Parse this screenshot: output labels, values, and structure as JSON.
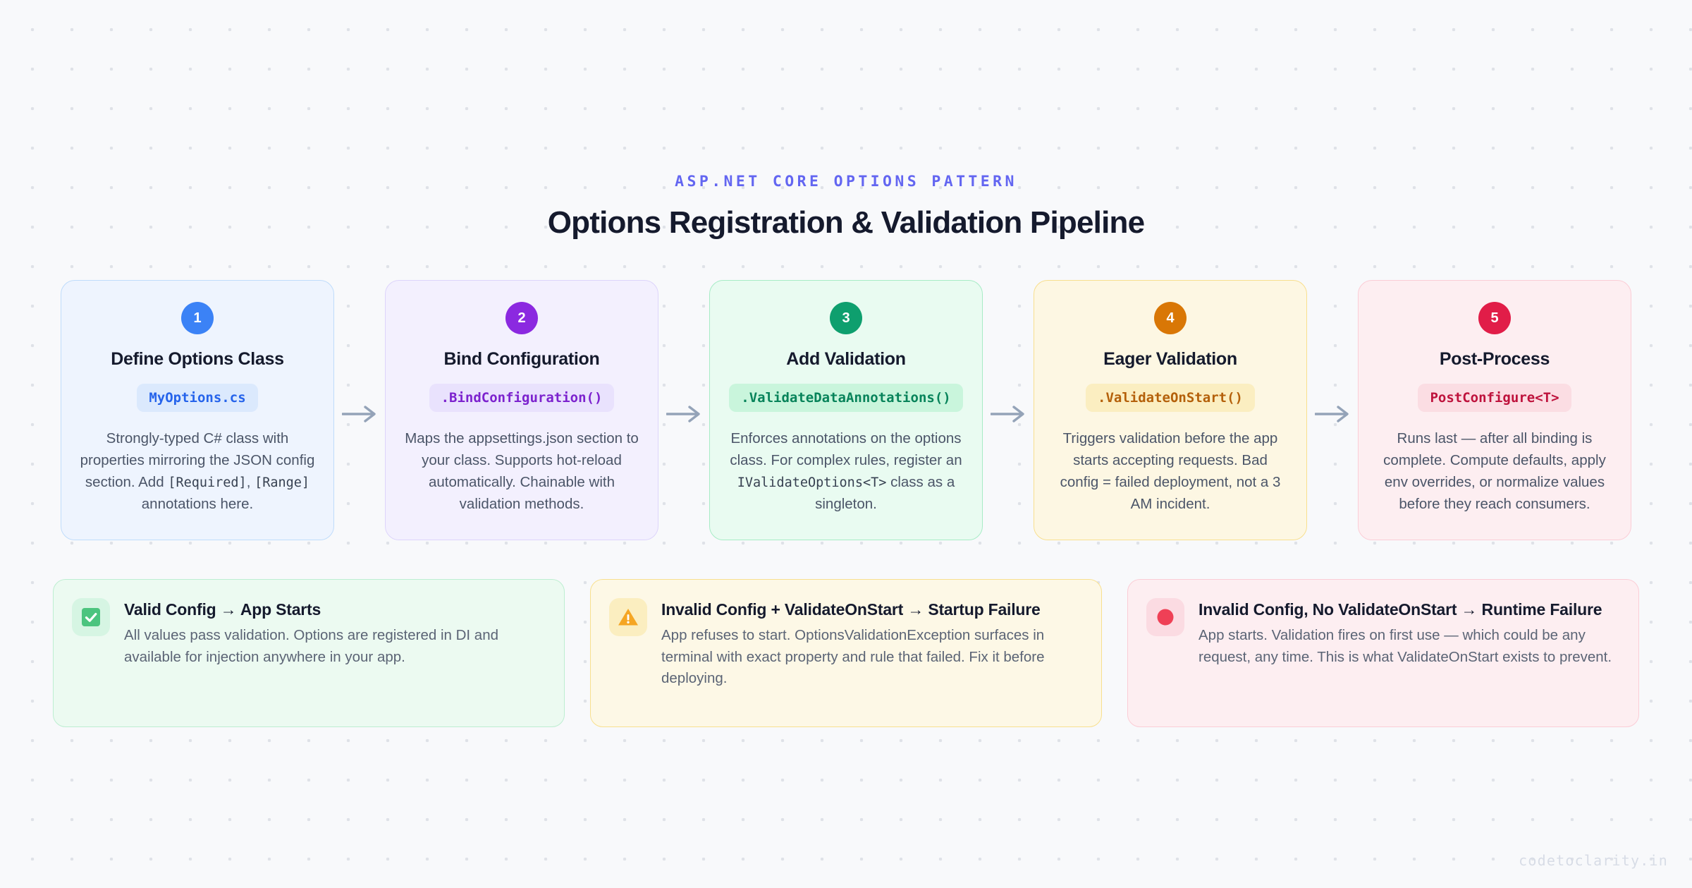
{
  "header": {
    "eyebrow": "ASP.NET CORE OPTIONS PATTERN",
    "title": "Options Registration & Validation Pipeline"
  },
  "pipeline": {
    "steps": [
      {
        "number": "1",
        "title": "Define Options Class",
        "chip": "MyOptions.cs",
        "desc_parts": [
          {
            "type": "text",
            "value": "Strongly-typed C# class with properties mirroring the JSON config section. Add "
          },
          {
            "type": "code",
            "value": "[Required]"
          },
          {
            "type": "text",
            "value": ", "
          },
          {
            "type": "code",
            "value": "[Range]"
          },
          {
            "type": "text",
            "value": " annotations here."
          }
        ],
        "theme": "blue",
        "badge_color": "#3b82f6",
        "chip_color": "#2563eb"
      },
      {
        "number": "2",
        "title": "Bind Configuration",
        "chip": ".BindConfiguration()",
        "desc_parts": [
          {
            "type": "text",
            "value": "Maps the appsettings.json section to your class. Supports hot-reload automatically. Chainable with validation methods."
          }
        ],
        "theme": "purple",
        "badge_color": "#8b29e0",
        "chip_color": "#7c22ce"
      },
      {
        "number": "3",
        "title": "Add Validation",
        "chip": ".ValidateDataAnnotations()",
        "desc_parts": [
          {
            "type": "text",
            "value": "Enforces annotations on the options class. For complex rules, register an "
          },
          {
            "type": "code",
            "value": "IValidateOptions<T>"
          },
          {
            "type": "text",
            "value": " class as a singleton."
          }
        ],
        "theme": "green",
        "badge_color": "#0e9f6e",
        "chip_color": "#07835a"
      },
      {
        "number": "4",
        "title": "Eager Validation",
        "chip": ".ValidateOnStart()",
        "desc_parts": [
          {
            "type": "text",
            "value": "Triggers validation before the app starts accepting requests. Bad config = failed deployment, not a 3 AM incident."
          }
        ],
        "theme": "amber",
        "badge_color": "#d97706",
        "chip_color": "#b4600a"
      },
      {
        "number": "5",
        "title": "Post-Process",
        "chip": "PostConfigure<T>",
        "desc_parts": [
          {
            "type": "text",
            "value": "Runs last — after all binding is complete. Compute defaults, apply env overrides, or normalize values before they reach consumers."
          }
        ],
        "theme": "rose",
        "badge_color": "#e11d48",
        "chip_color": "#be123c"
      }
    ],
    "connector_icon": "arrow-right-icon"
  },
  "outcomes": [
    {
      "icon": "check-square-icon",
      "title": "Valid Config → App Starts",
      "desc": "All values pass validation. Options are registered in DI and available for injection anywhere in your app.",
      "theme": "green"
    },
    {
      "icon": "warning-triangle-icon",
      "title": "Invalid Config + ValidateOnStart → Startup Failure",
      "desc": "App refuses to start. OptionsValidationException surfaces in terminal with exact property and rule that failed. Fix it before deploying.",
      "theme": "amber"
    },
    {
      "icon": "red-circle-icon",
      "title": "Invalid Config, No ValidateOnStart → Runtime Failure",
      "desc": "App starts. Validation fires on first use — which could be any request, any time. This is what ValidateOnStart exists to prevent.",
      "theme": "rose"
    }
  ],
  "watermark": "codetoclarity.in"
}
